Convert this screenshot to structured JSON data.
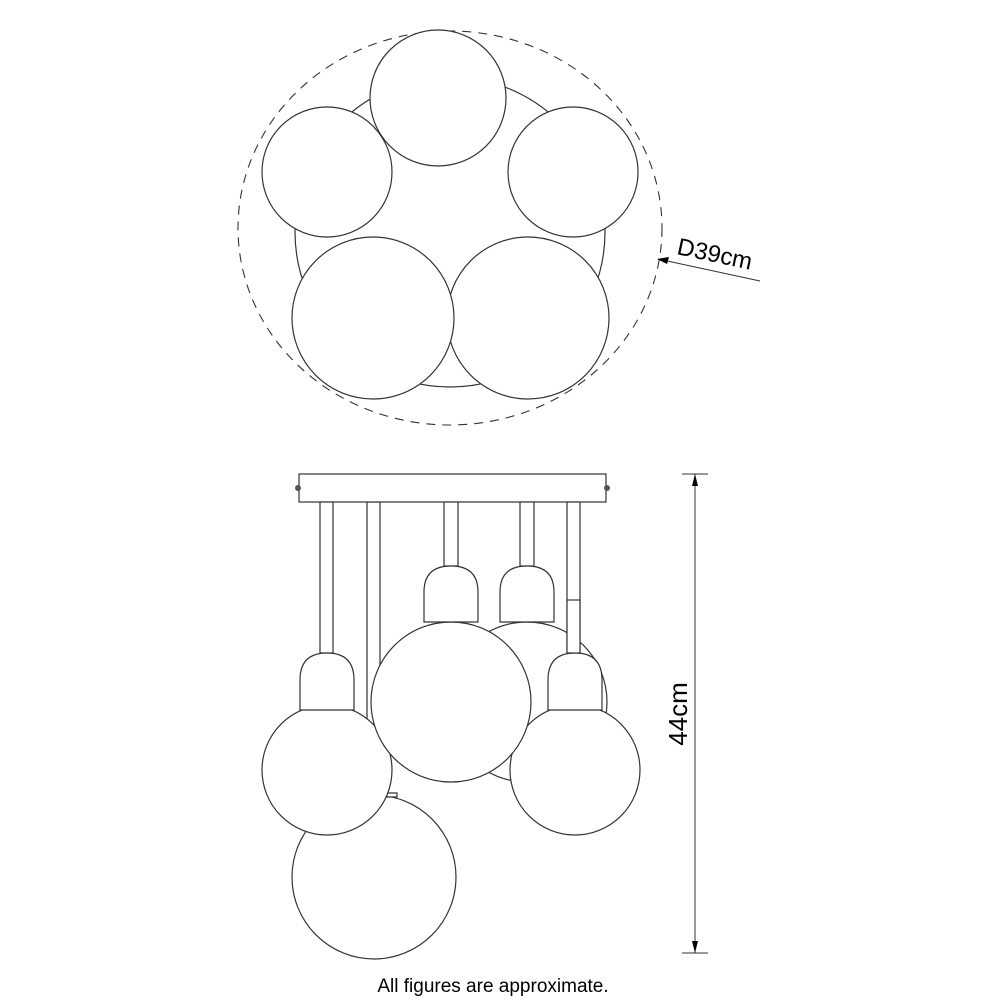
{
  "top_view": {
    "diameter_label": "D39cm",
    "globe_count": 5
  },
  "side_view": {
    "height_label": "44cm",
    "globe_count": 5
  },
  "caption": "All figures are approximate.",
  "colors": {
    "line": "#333333",
    "background": "#ffffff"
  }
}
